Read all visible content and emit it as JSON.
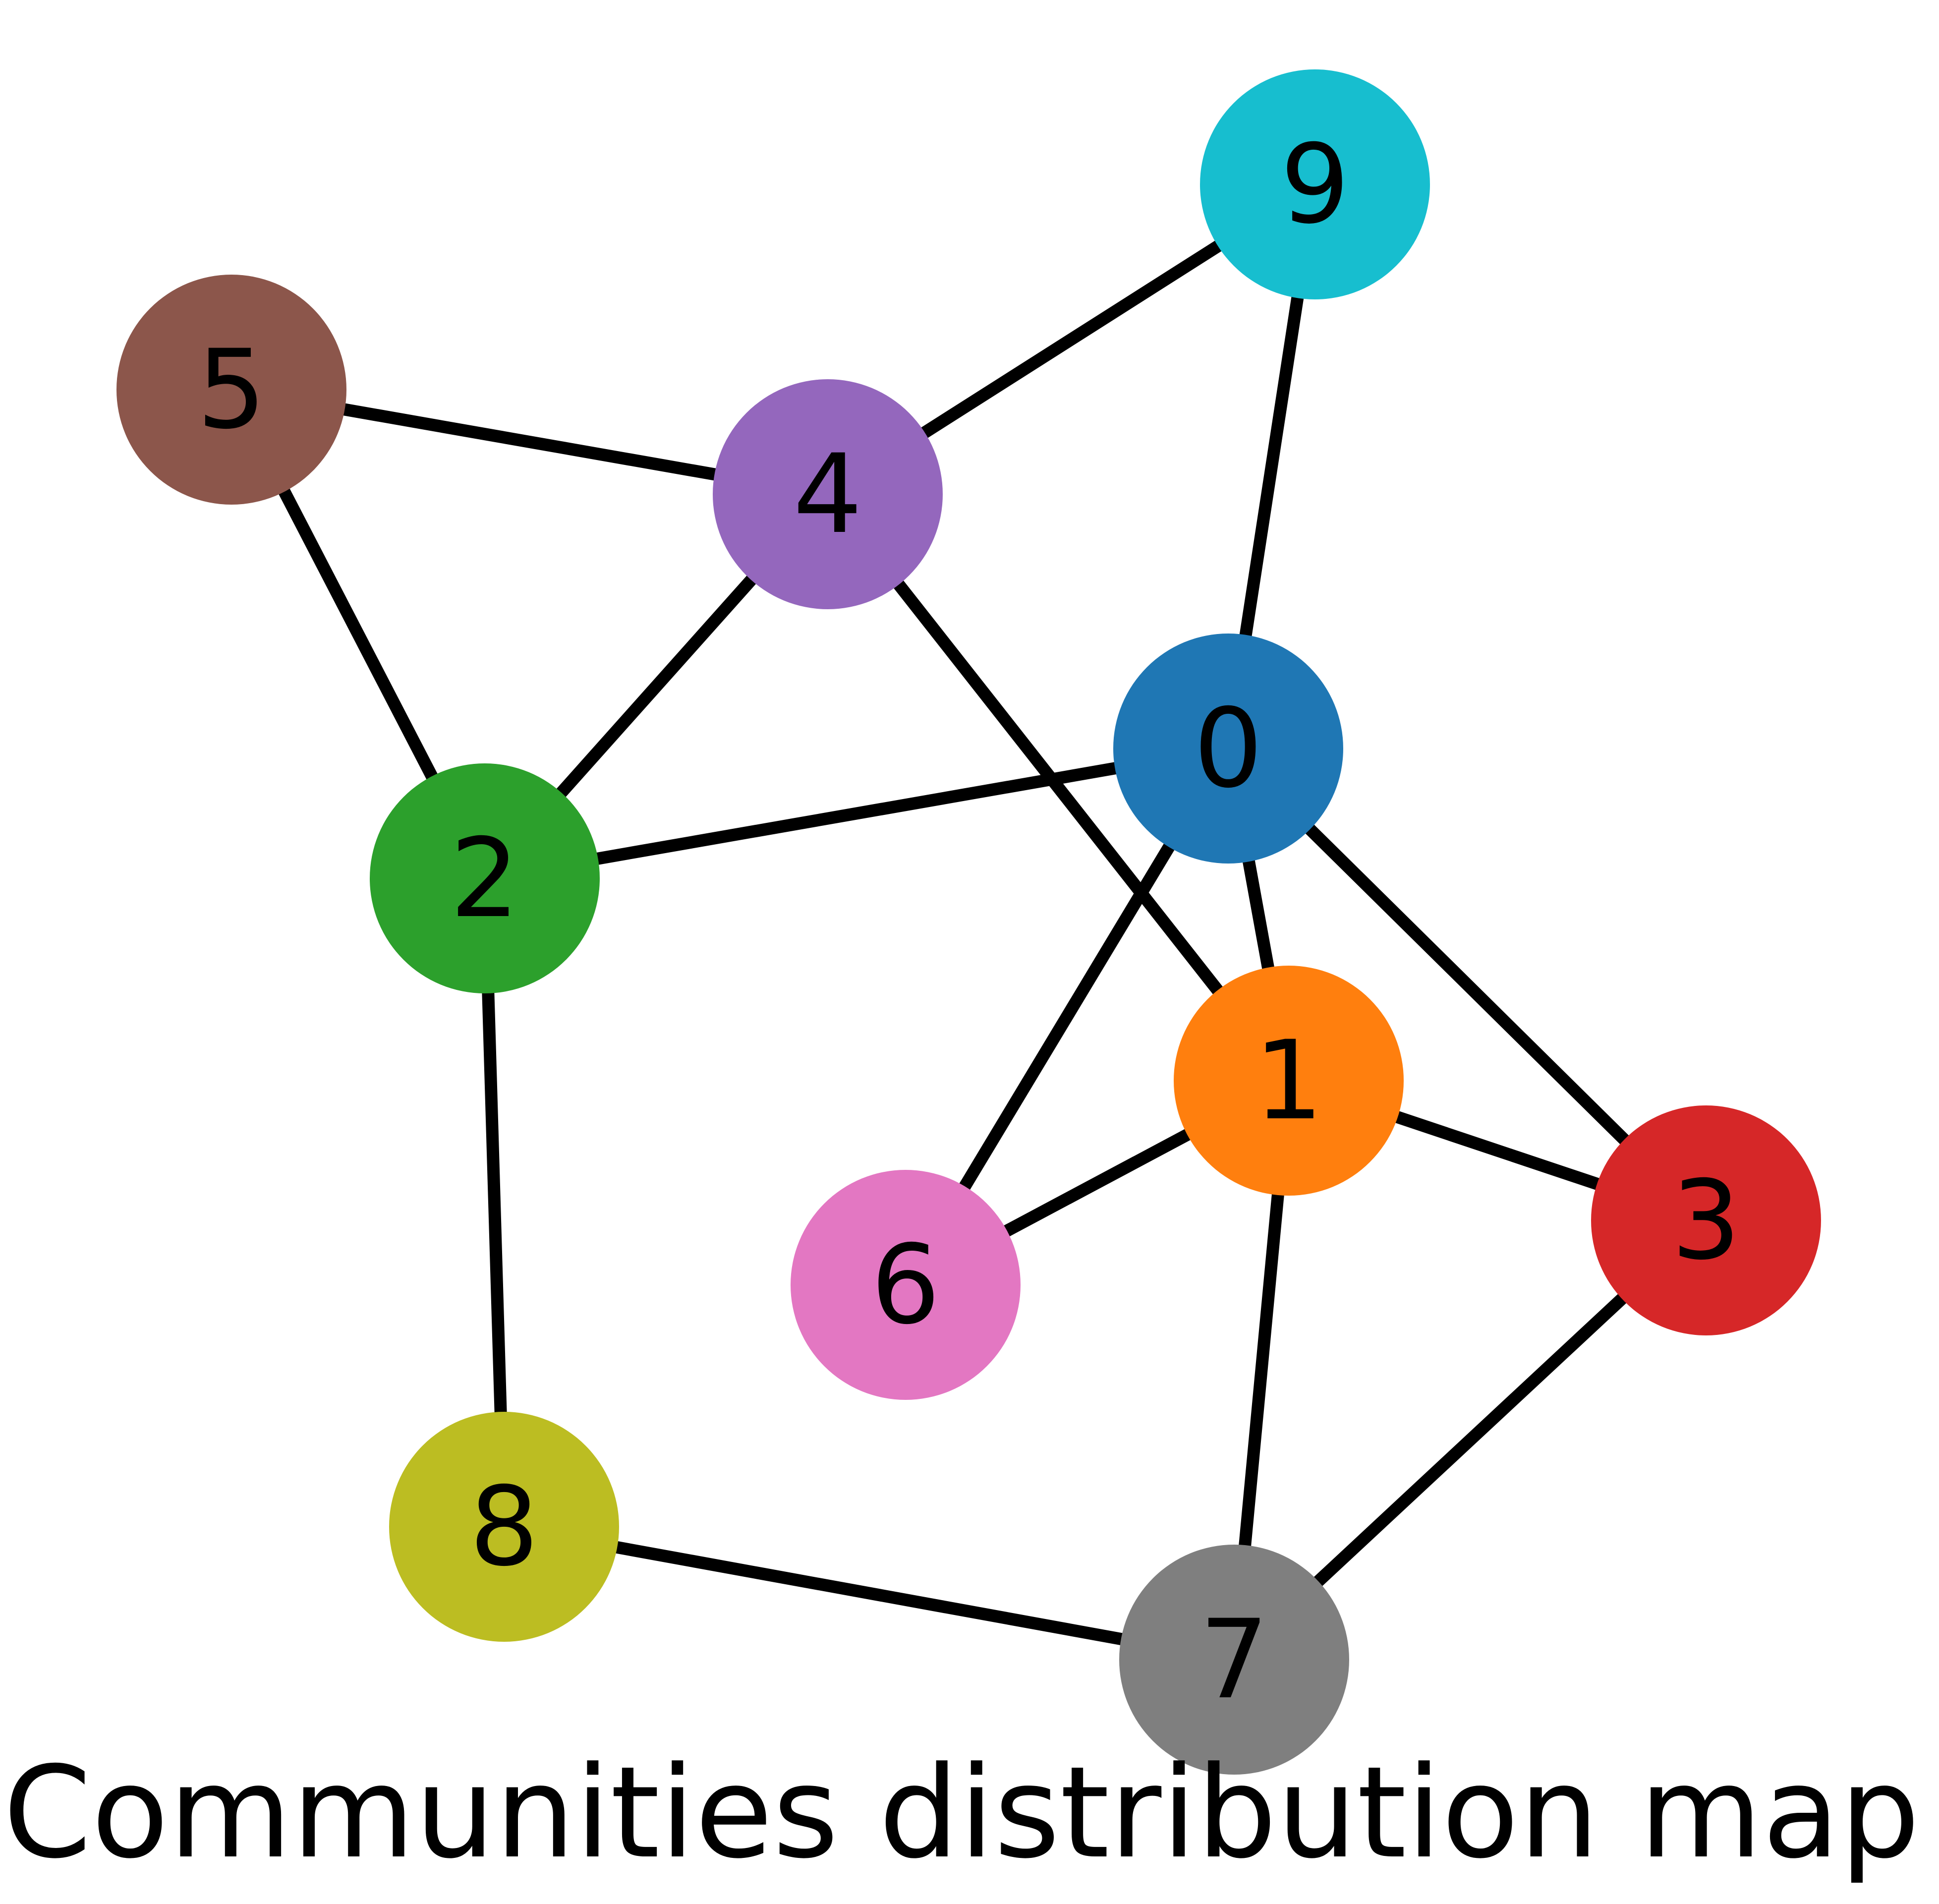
{
  "title": "Communities distribution map",
  "nodes": [
    {
      "id": "0",
      "label": "0",
      "color": "#1f77b4"
    },
    {
      "id": "1",
      "label": "1",
      "color": "#ff7f0e"
    },
    {
      "id": "2",
      "label": "2",
      "color": "#2ca02c"
    },
    {
      "id": "3",
      "label": "3",
      "color": "#d62728"
    },
    {
      "id": "4",
      "label": "4",
      "color": "#9467bd"
    },
    {
      "id": "5",
      "label": "5",
      "color": "#8c564b"
    },
    {
      "id": "6",
      "label": "6",
      "color": "#e377c2"
    },
    {
      "id": "7",
      "label": "7",
      "color": "#7f7f7f"
    },
    {
      "id": "8",
      "label": "8",
      "color": "#bcbd22"
    },
    {
      "id": "9",
      "label": "9",
      "color": "#17becf"
    }
  ],
  "edges": [
    [
      "0",
      "1"
    ],
    [
      "0",
      "2"
    ],
    [
      "0",
      "3"
    ],
    [
      "0",
      "6"
    ],
    [
      "0",
      "9"
    ],
    [
      "1",
      "3"
    ],
    [
      "1",
      "4"
    ],
    [
      "1",
      "6"
    ],
    [
      "1",
      "7"
    ],
    [
      "2",
      "4"
    ],
    [
      "2",
      "5"
    ],
    [
      "2",
      "8"
    ],
    [
      "3",
      "7"
    ],
    [
      "4",
      "5"
    ],
    [
      "4",
      "9"
    ],
    [
      "7",
      "8"
    ]
  ]
}
